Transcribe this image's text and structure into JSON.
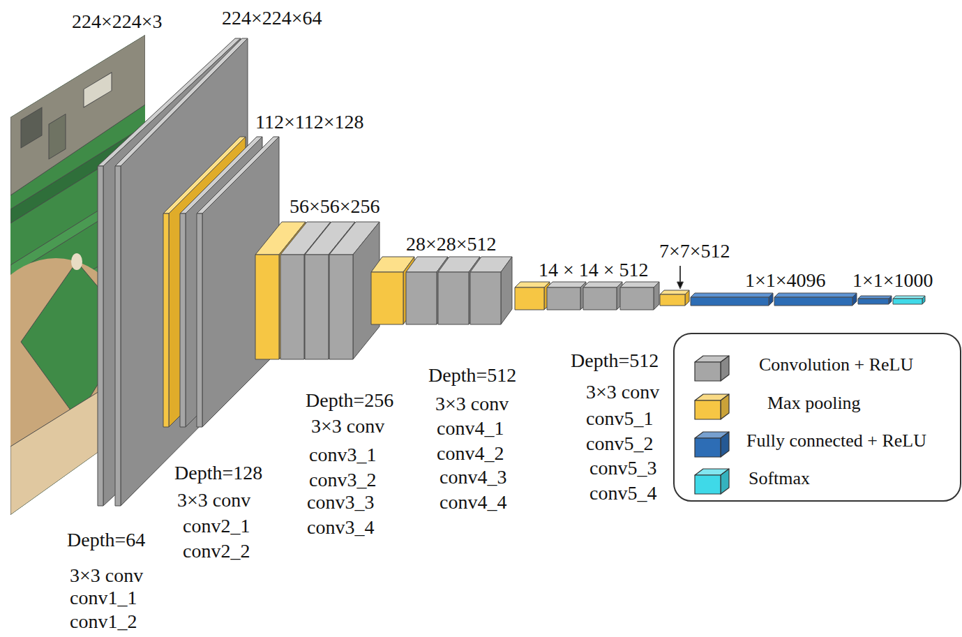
{
  "diagram": {
    "labels": [
      "224×224×3",
      "224×224×64",
      "112×112×128",
      "56×56×256",
      "28×28×512",
      "14 × 14 × 512",
      "7×7×512",
      "1×1×4096",
      "1×1×1000",
      "Depth=64",
      "3×3 conv",
      "conv1_1",
      "conv1_2",
      "Depth=128",
      "3×3 conv",
      "conv2_1",
      "conv2_2",
      "Depth=256",
      "3×3 conv",
      "conv3_1",
      "conv3_2",
      "conv3_3",
      "conv3_4",
      "Depth=512",
      "3×3 conv",
      "conv4_1",
      "conv4_2",
      "conv4_3",
      "conv4_4",
      "Depth=512",
      "3×3 conv",
      "conv5_1",
      "conv5_2",
      "conv5_3",
      "conv5_4"
    ],
    "legend": [
      {
        "text": "Convolution + ReLU",
        "color": "#a6a6a6"
      },
      {
        "text": "Max pooling",
        "color": "#f6c644"
      },
      {
        "text": "Fully connected + ReLU",
        "color": "#2d6db5"
      },
      {
        "text": "Softmax",
        "color": "#3fd9e8"
      }
    ]
  }
}
